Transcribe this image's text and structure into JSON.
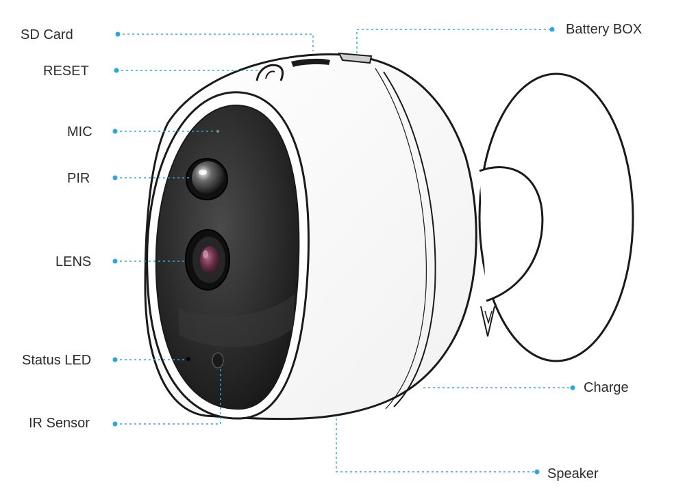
{
  "accent_color": "#2aa7df",
  "labels": {
    "sd_card": "SD Card",
    "reset": "RESET",
    "mic": "MIC",
    "pir": "PIR",
    "lens": "LENS",
    "status_led": "Status LED",
    "ir_sensor": "IR Sensor",
    "battery_box": "Battery BOX",
    "charge": "Charge",
    "speaker": "Speaker"
  }
}
